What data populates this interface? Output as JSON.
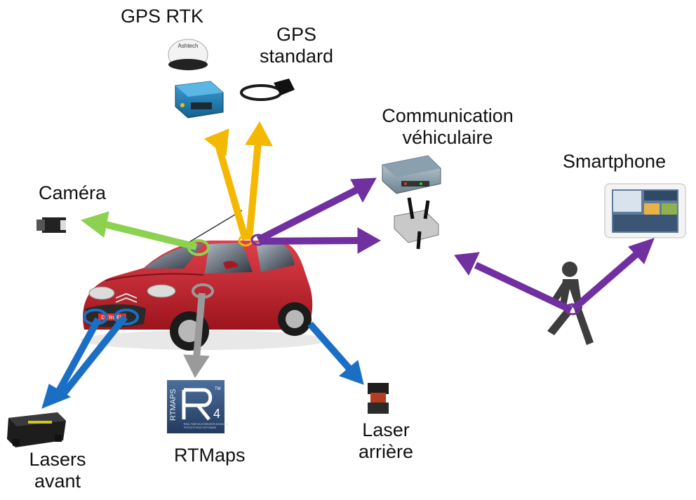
{
  "labels": {
    "gps_rtk": "GPS RTK",
    "gps_standard_1": "GPS",
    "gps_standard_2": "standard",
    "comm_1": "Communication",
    "comm_2": "véhiculaire",
    "smartphone": "Smartphone",
    "camera": "Caméra",
    "lasers_avant_1": "Lasers",
    "lasers_avant_2": "avant",
    "rtmaps": "RTMaps",
    "laser_arriere_1": "Laser",
    "laser_arriere_2": "arrière"
  },
  "device_text": {
    "car_plate": "CITROËN",
    "rtmaps_logo_side": "RTMAPS",
    "rtmaps_logo_version": "4",
    "rtmaps_logo_tm": "TM",
    "rtmaps_logo_tagline_1": "REAL TIME MULTISENSOR ADVANCED",
    "rtmaps_logo_tagline_2": "PROTOTYPING SOFTWARE",
    "gps_rtk_dome_brand": "Ashtech"
  },
  "colors": {
    "gps_arrows": "#f5b800",
    "camera_arrow": "#8cd150",
    "comm_arrows": "#7030a0",
    "laser_arrows": "#1a6fc4",
    "rtmaps_arrow": "#9a9a9a",
    "car_body": "#c8232c"
  },
  "icons": [
    "gps-rtk-dome-icon",
    "gps-rtk-receiver-icon",
    "gps-standard-antenna-icon",
    "comm-box-icon",
    "wifi-router-icon",
    "tablet-icon",
    "camera-icon",
    "laser-avant-icon",
    "rtmaps-logo-icon",
    "laser-arriere-icon",
    "pedestrian-icon",
    "car-icon"
  ]
}
